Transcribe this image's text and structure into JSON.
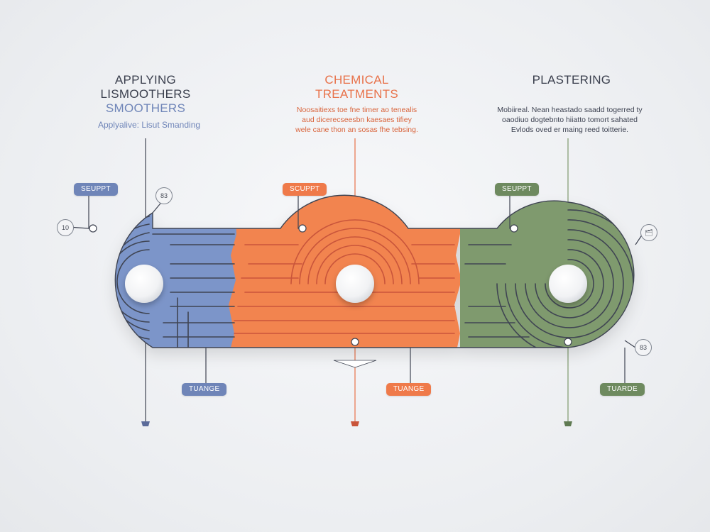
{
  "colors": {
    "blue": "#7b95c9",
    "orange": "#f2844f",
    "green": "#7f9a6e",
    "line": "#3f4452"
  },
  "stages": [
    {
      "key": "blue",
      "title_lines": [
        "APPLYING",
        "LISMOOTHERS",
        "SMOOTHERS"
      ],
      "description": "Applyalive: Lisut Smanding",
      "top_label": "SEUPPT",
      "bottom_label": "TUANGE",
      "badges": [
        "10",
        "83"
      ]
    },
    {
      "key": "orange",
      "title_lines": [
        "CHEMICAL",
        "TREATMENTS"
      ],
      "description_lines": [
        "Noosaitiexs toe fne timer ao tenealis",
        "aud dicerecseesbn kaesaes tifiey",
        "wele cane thon an sosas fhe tebsing."
      ],
      "top_label": "SCUPPT",
      "bottom_label": "TUANGE",
      "badges": []
    },
    {
      "key": "green",
      "title_lines": [
        "PLASTERING"
      ],
      "description_lines": [
        "Mobiireal. Nean heastado saadd togerred ty",
        "oaodiuo dogtebnto hiiatto tomort sahated",
        "Evlods oved er maing reed toitterie."
      ],
      "top_label": "SEUPPT",
      "bottom_label": "TUARDE",
      "badges": [
        "🗂",
        "83"
      ]
    }
  ]
}
